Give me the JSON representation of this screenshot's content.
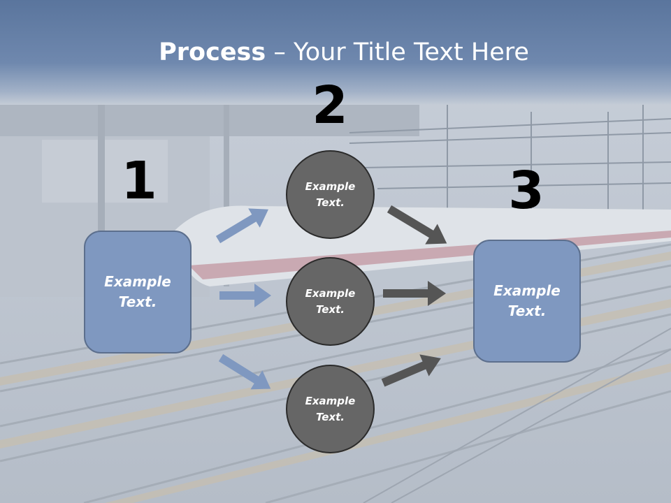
{
  "title": {
    "bold": "Process",
    "separator": " – ",
    "rest": "Your Title Text Here"
  },
  "steps": {
    "one": "1",
    "two": "2",
    "three": "3"
  },
  "left_box": {
    "line1": "Example",
    "line2": "Text."
  },
  "right_box": {
    "line1": "Example",
    "line2": "Text."
  },
  "circles": [
    {
      "line1": "Example",
      "line2": "Text."
    },
    {
      "line1": "Example",
      "line2": "Text."
    },
    {
      "line1": "Example",
      "line2": "Text."
    }
  ],
  "colors": {
    "box_fill": "#7f98c0",
    "circle_fill": "#666666",
    "blue_arrow": "#7f98c0",
    "gray_arrow": "#555555",
    "header": "#5a759d"
  }
}
